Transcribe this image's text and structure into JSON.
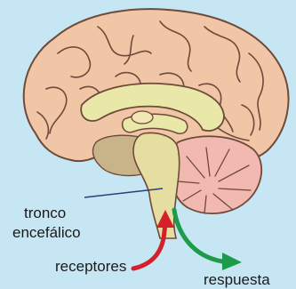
{
  "labels": {
    "tronco_line1": "tronco",
    "tronco_line2": "encefálico",
    "receptores": "receptores",
    "respuesta": "respuesta"
  },
  "colors": {
    "background": "#c7e6f4",
    "cerebrum": "#f1c6a6",
    "cerebrum_outline": "#6e4a3a",
    "inner_structures": "#e9e8a8",
    "brainstem": "#e6dea0",
    "diencephalon": "#c9b48a",
    "cerebellum": "#f2b9b0",
    "receptores_arrow": "#d4202a",
    "respuesta_arrow": "#1d9b4a",
    "pointer_line": "#2c3d7a"
  },
  "icons": {
    "receptores_arrow": "arrow-up-red",
    "respuesta_arrow": "arrow-down-right-green"
  }
}
